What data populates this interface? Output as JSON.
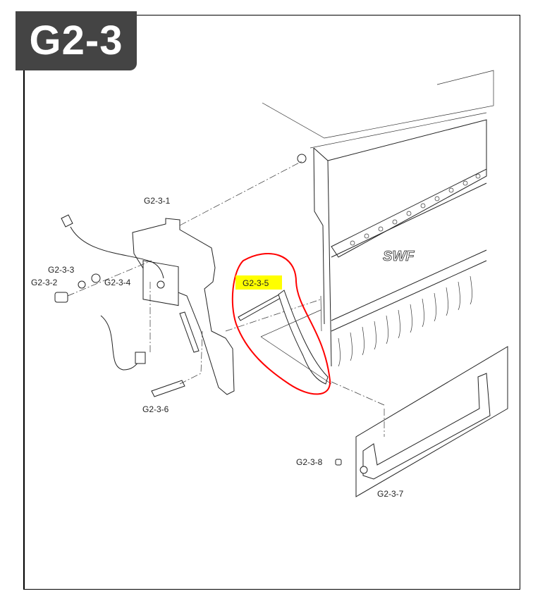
{
  "diagram": {
    "title": "G2-3",
    "brand_logo_text": "SWF",
    "labels": {
      "p1": "G2-3-1",
      "p2": "G2-3-2",
      "p3": "G2-3-3",
      "p4": "G2-3-4",
      "p5": "G2-3-5",
      "p6": "G2-3-6",
      "p7": "G2-3-7",
      "p8": "G2-3-8"
    },
    "highlighted_part": "G2-3-5",
    "colors": {
      "title_bg": "#444444",
      "highlight": "#ffff00",
      "circle": "#ff0000"
    }
  }
}
